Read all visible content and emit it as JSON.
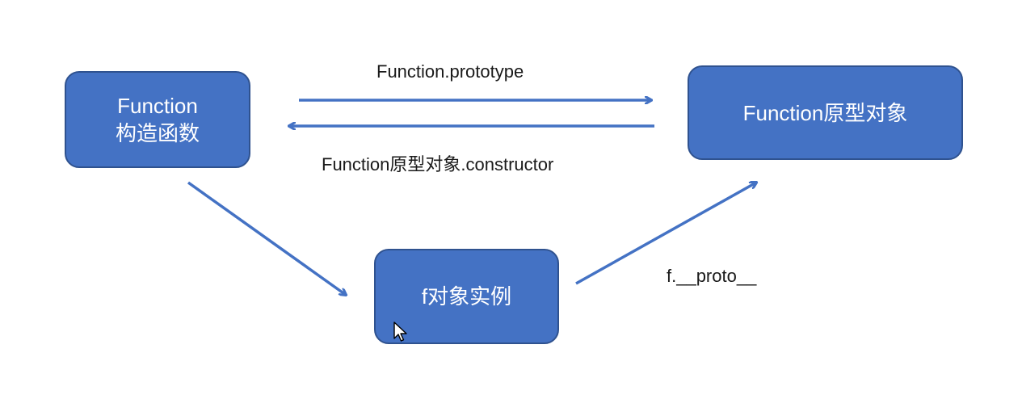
{
  "nodes": {
    "constructor": {
      "line1": "Function",
      "line2": "构造函数"
    },
    "prototype": {
      "label": "Function原型对象"
    },
    "instance": {
      "label": "f对象实例"
    }
  },
  "edges": {
    "prototype": "Function.prototype",
    "constructor": "Function原型对象.constructor",
    "proto": "f.__proto__"
  },
  "colors": {
    "node_fill": "#4472c4",
    "node_border": "#2f528f",
    "arrow": "#4472c4"
  }
}
